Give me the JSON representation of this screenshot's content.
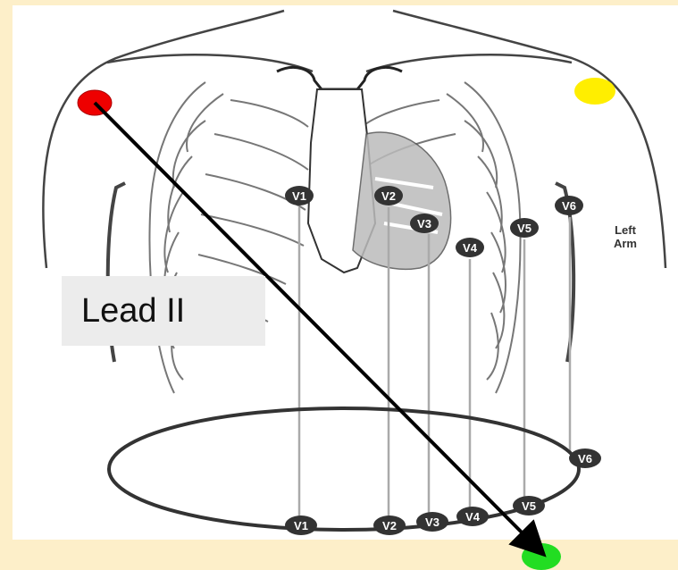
{
  "lead_label": "Lead II",
  "arm_label": {
    "line1": "Left",
    "line2": "Arm"
  },
  "electrodes": {
    "right_arm_color": "#ee0000",
    "left_arm_color": "#ffee00",
    "left_leg_color": "#22dd22"
  },
  "precordial_chest": [
    "V1",
    "V2",
    "V3",
    "V4",
    "V5",
    "V6"
  ],
  "precordial_ring": [
    "V1",
    "V2",
    "V3",
    "V4",
    "V5",
    "V6"
  ],
  "colors": {
    "background": "#fdefc9",
    "panel": "#ffffff",
    "badge": "#333333",
    "lead_line": "#000000",
    "outline": "#444444"
  }
}
